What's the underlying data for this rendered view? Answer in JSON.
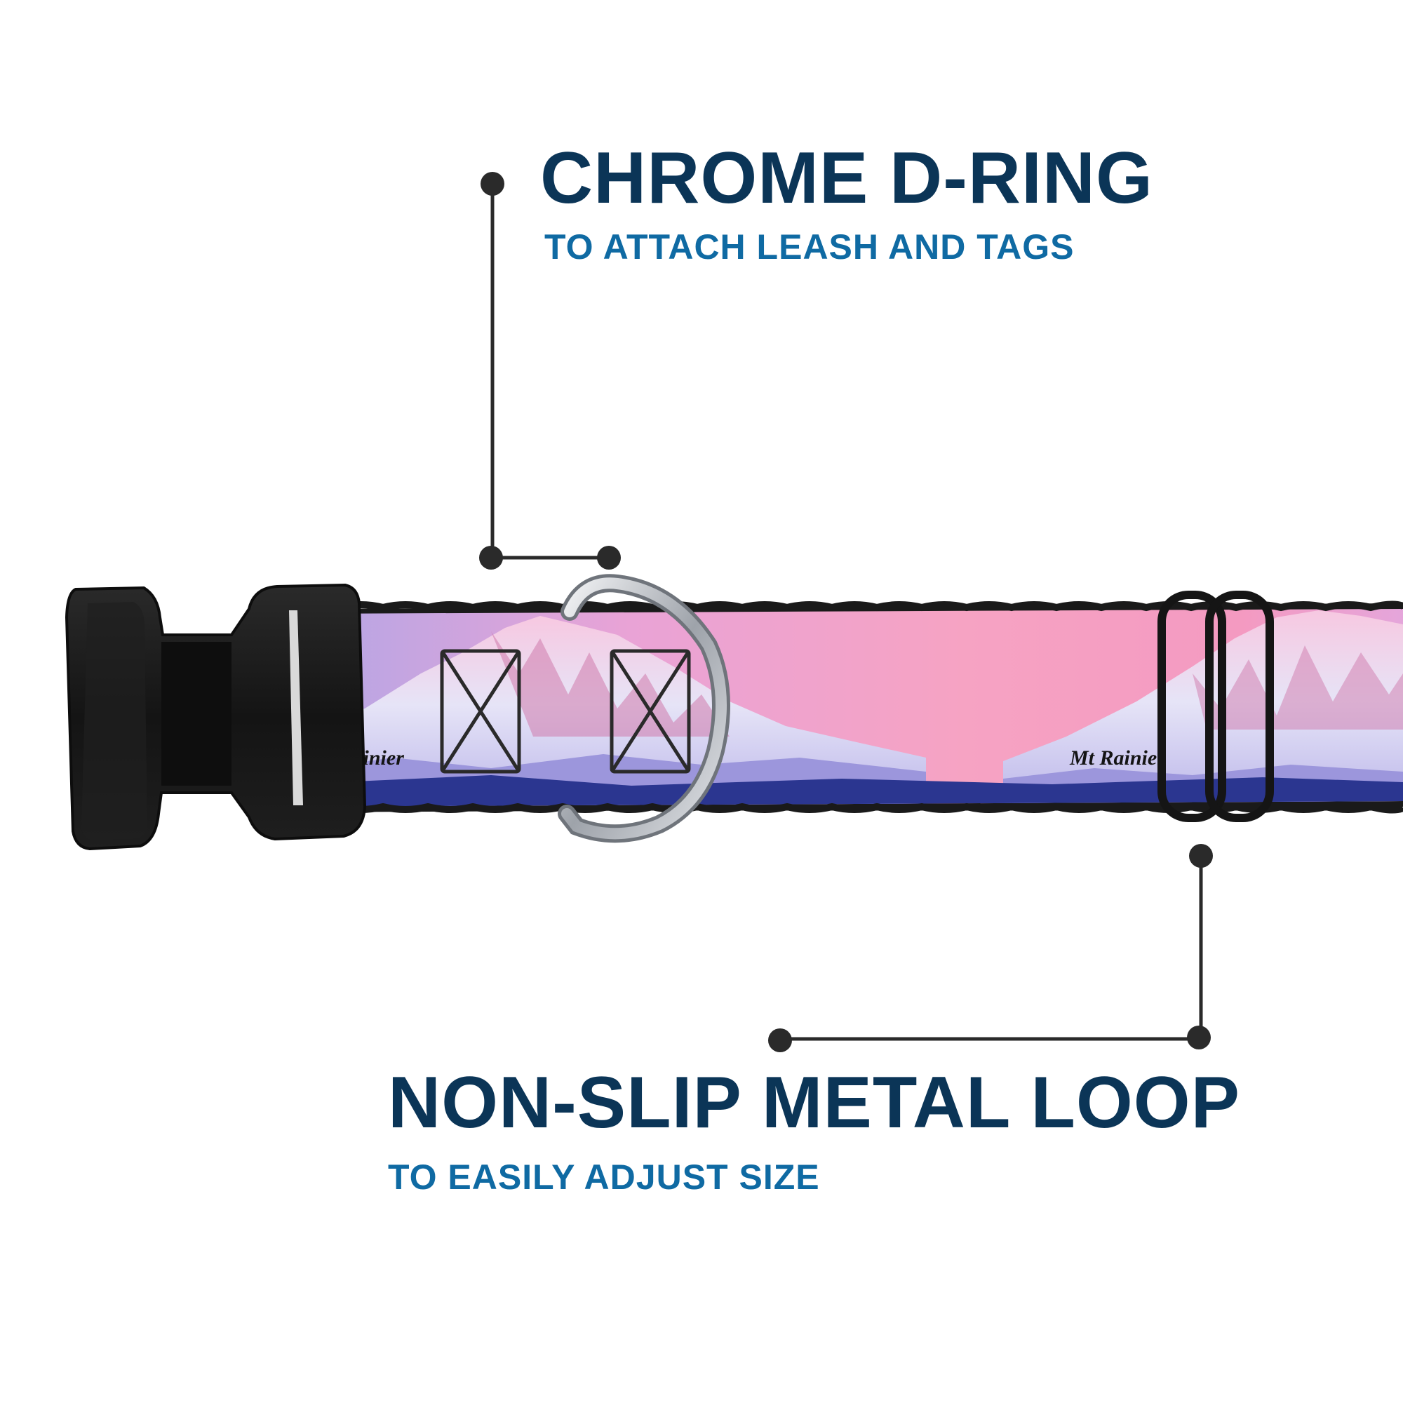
{
  "colors": {
    "title": "#0b3557",
    "subtitle": "#0f6aa3",
    "callout_line": "#2a2a2a",
    "buckle": "#161616",
    "strap_edge": "#1a1a1a",
    "sky_pink": "#f49ac1",
    "sky_lavender": "#b3a6e6",
    "snow": "#e4e6f8",
    "ridge_shadow": "#8b82d4",
    "base_navy": "#2b3690",
    "d_ring": "#c9ccd1",
    "loop": "#151515"
  },
  "callouts": {
    "d_ring": {
      "title": "CHROME D-RING",
      "subtitle": "TO ATTACH LEASH AND TAGS"
    },
    "metal_loop": {
      "title": "NON-SLIP METAL LOOP",
      "subtitle": "TO EASILY ADJUST SIZE"
    }
  },
  "collar": {
    "print_label": "Mt Rainier",
    "components": [
      "buckle-icon",
      "d-ring-icon",
      "slide-loop-icon"
    ]
  }
}
